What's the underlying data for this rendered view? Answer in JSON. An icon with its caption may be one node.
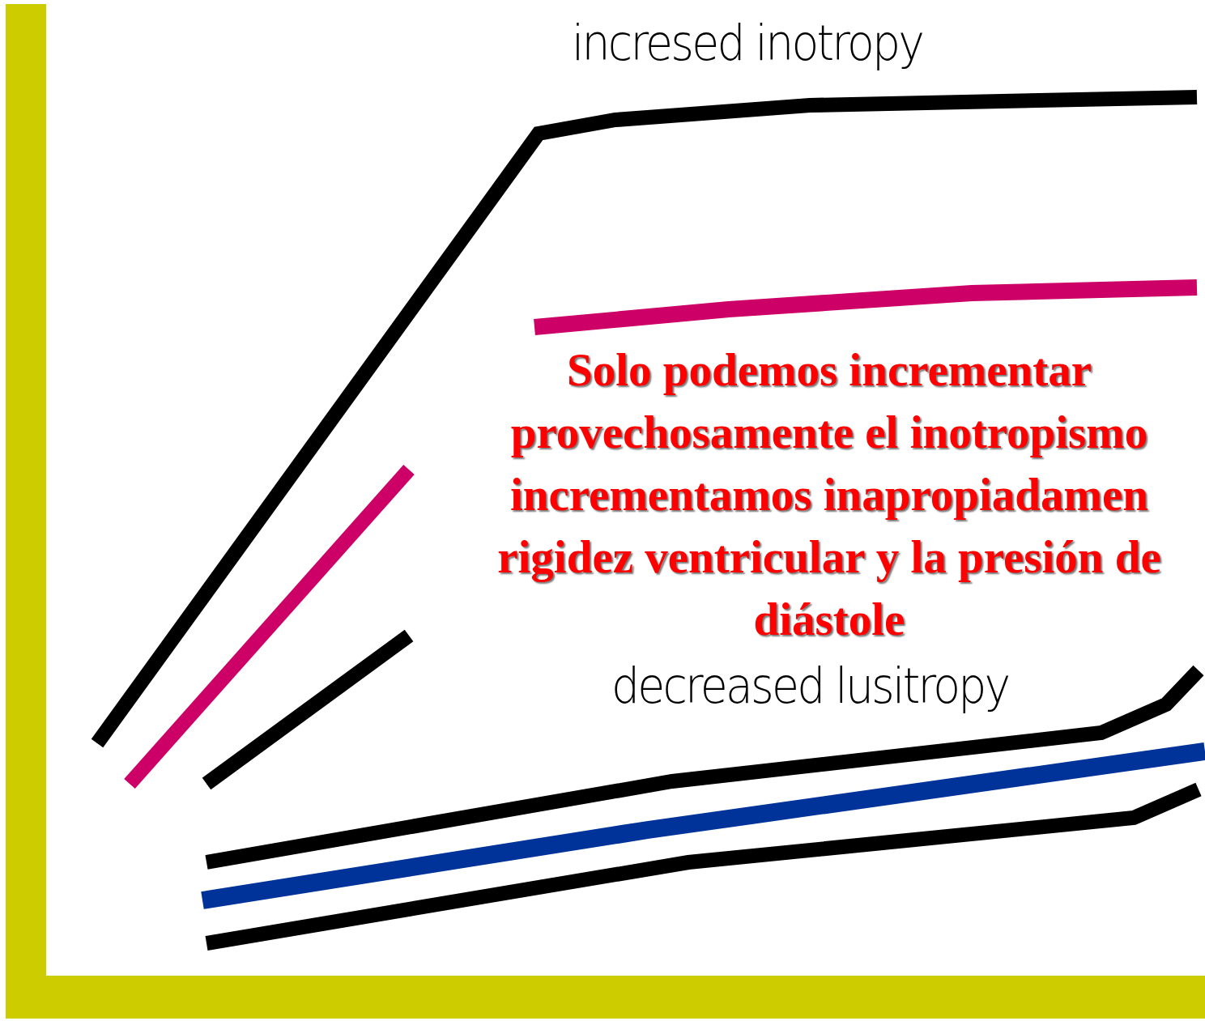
{
  "diagram": {
    "labels": [
      "incresed inotropy",
      "Solo podemos incrementar provechosamente el inotropismo incrementamos inapropiadamen rigidez ventricular y la presión de diástole",
      "decreased lusitropy"
    ]
  }
}
